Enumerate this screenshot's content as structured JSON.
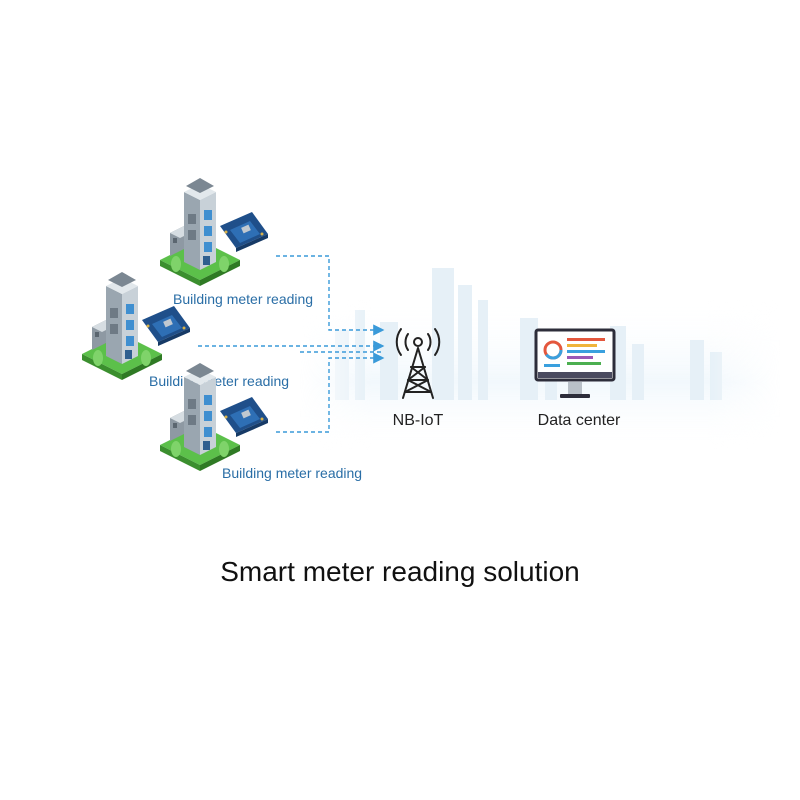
{
  "title": "Smart meter reading solution",
  "buildings": [
    {
      "label": "Building meter reading"
    },
    {
      "label": "Building meter reading"
    },
    {
      "label": "Building meter reading"
    }
  ],
  "tower": {
    "label": "NB-IoT",
    "icon": "cell-tower-icon"
  },
  "datacenter": {
    "label": "Data center",
    "icon": "monitor-dashboard-icon"
  },
  "colors": {
    "flow_line": "#3a9ad9",
    "label_blue": "#2a6ea6",
    "grass": "#4caf3c",
    "board": "#1f4f8a"
  }
}
